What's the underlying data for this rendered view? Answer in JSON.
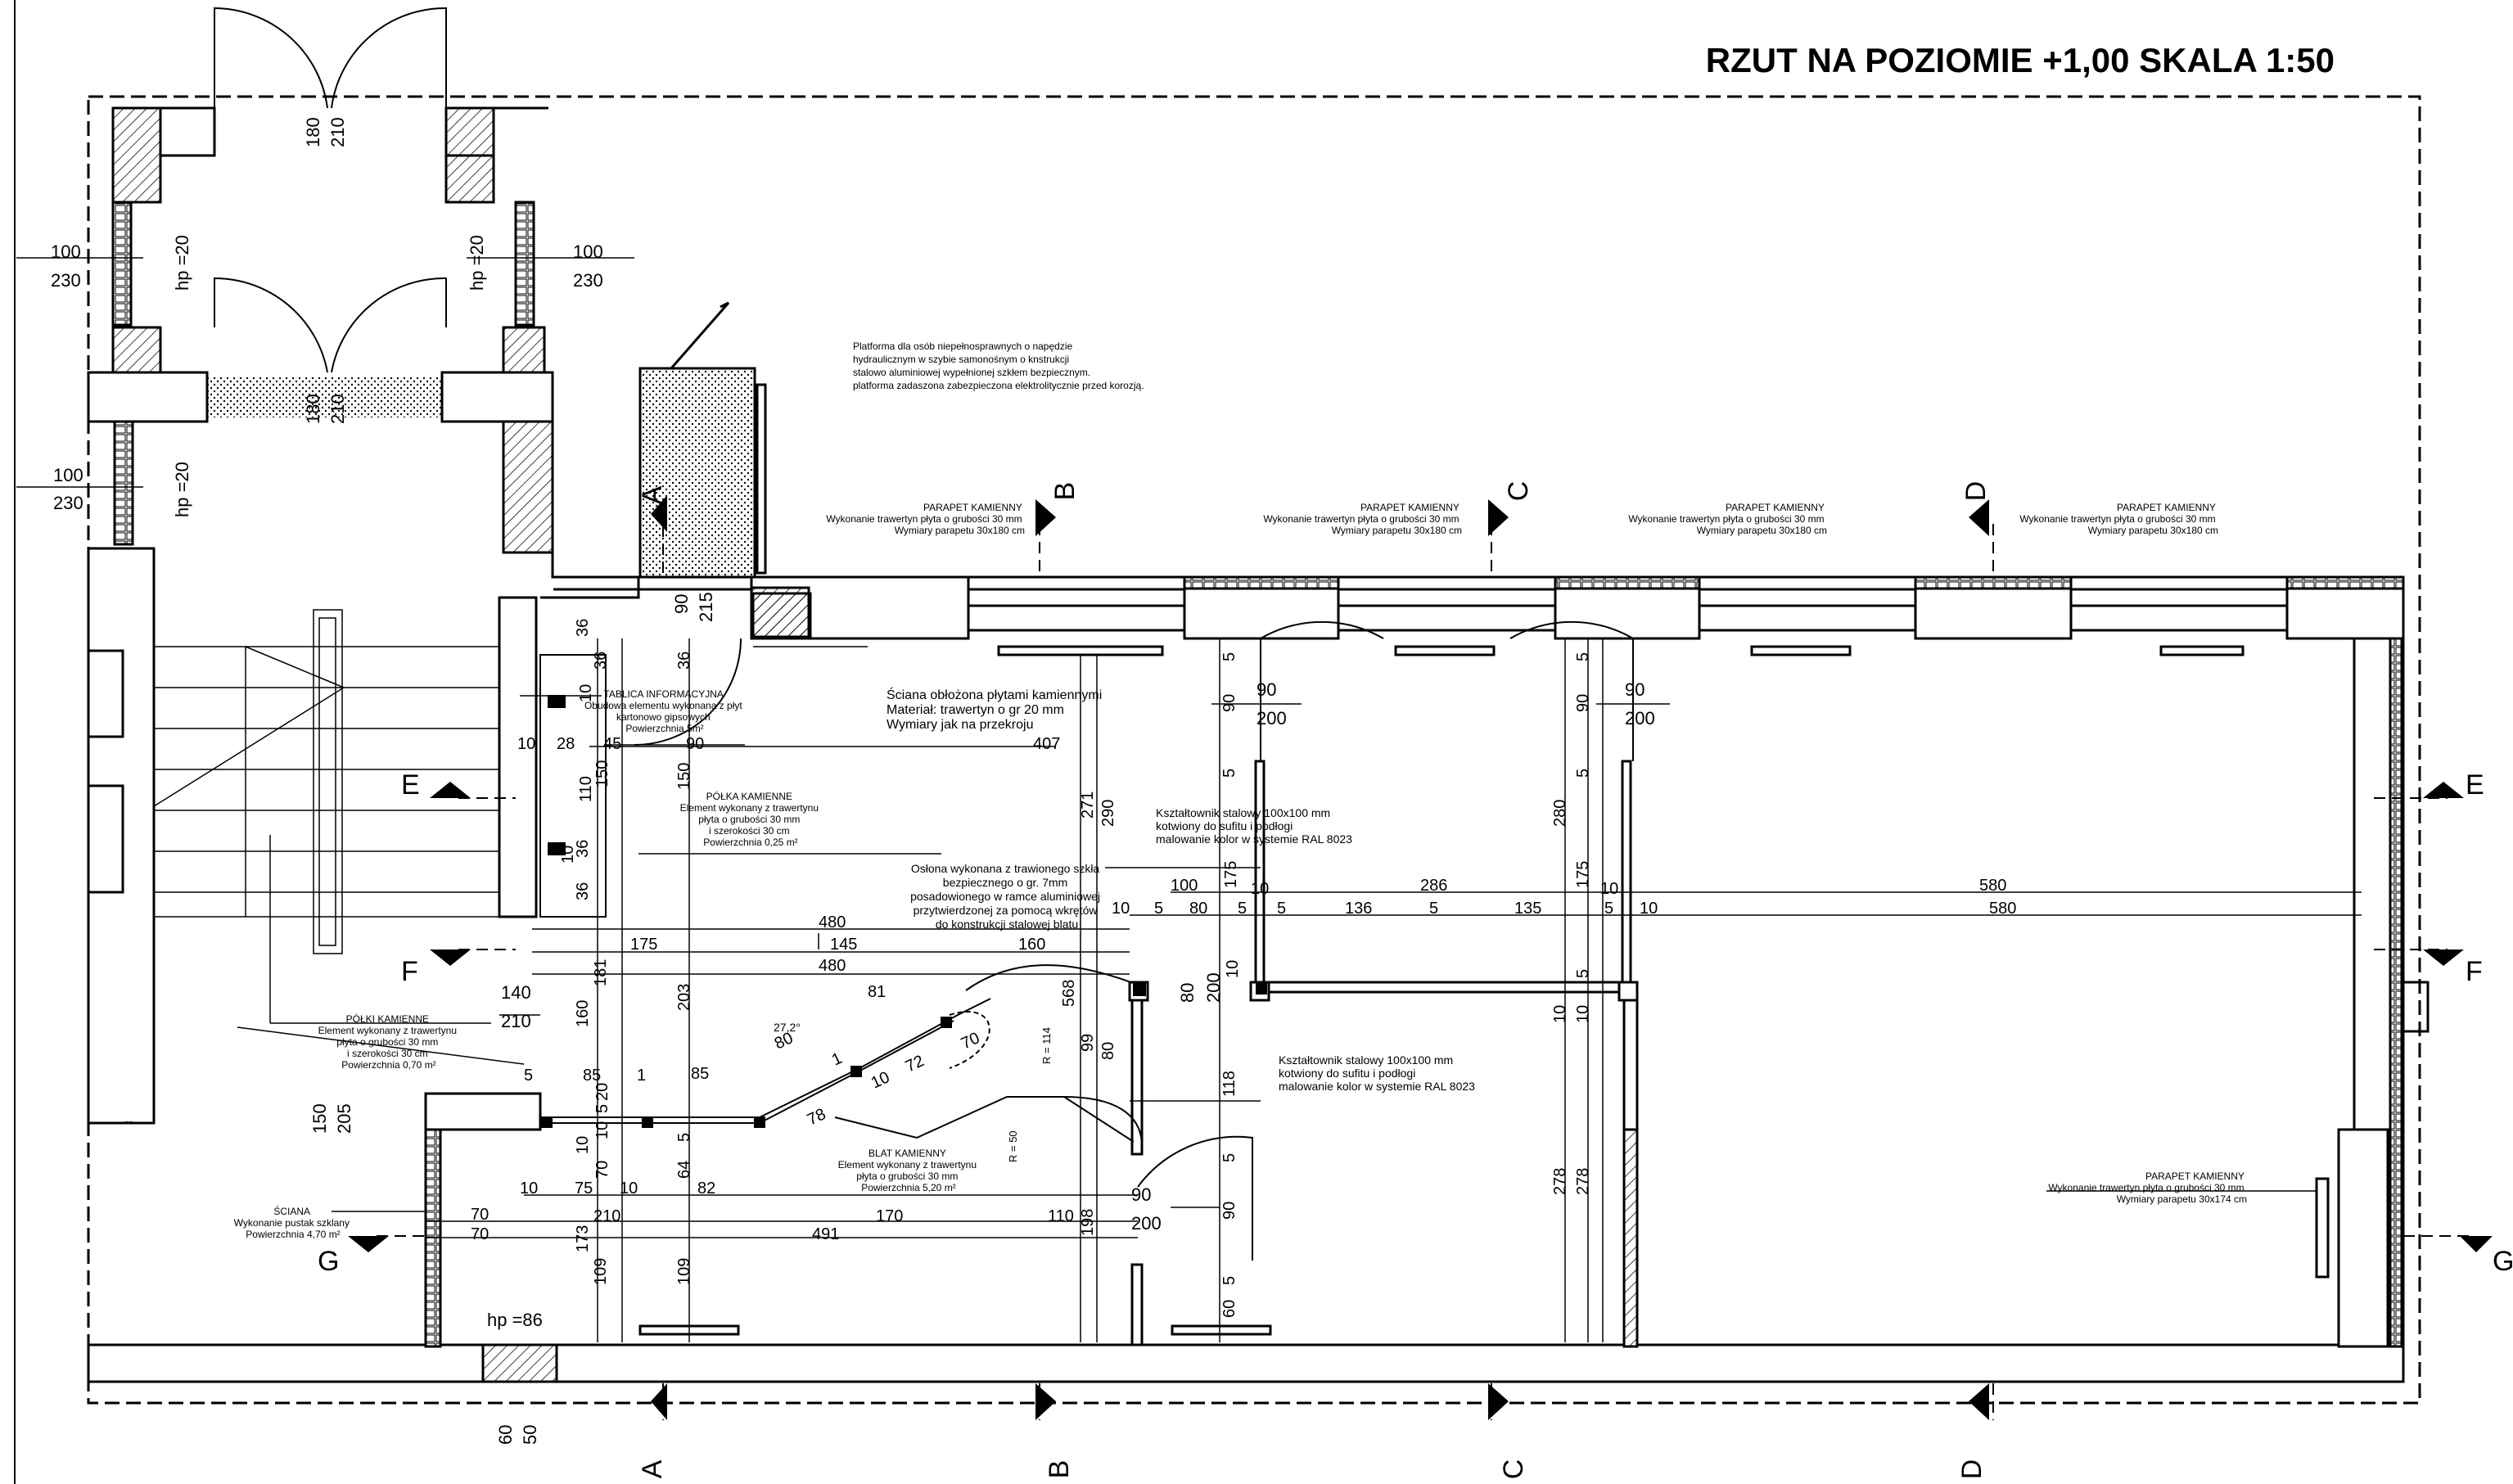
{
  "title": "RZUT NA POZIOMIE +1,00 SKALA 1:50",
  "sections": {
    "A": "A",
    "B": "B",
    "C": "C",
    "D": "D",
    "E": "E",
    "F": "F",
    "G": "G"
  },
  "notes": {
    "platform": [
      "Platforma dla osób niepełnosprawnych o napędzie",
      "hydraulicznym w szybie samonośnym o knstrukcji",
      "stalowo aluminiowej wypełnionej szkłem bezpiecznym.",
      "platforma zadaszona zabezpieczona elektrolitycznie przed korozją."
    ],
    "parapet": [
      "PARAPET KAMIENNY",
      "Wykonanie trawertyn płyta o grubości 30 mm",
      "Wymiary parapetu 30x180 cm"
    ],
    "parapet_g": [
      "PARAPET KAMIENNY",
      "Wykonanie trawertyn płyta o grubości 30 mm",
      "Wymiary parapetu 30x174 cm"
    ],
    "tablica": [
      "TABLICA INFORMACYJNA",
      "Obudowa elementu wykonana z płyt",
      "kartonowo gipsowych",
      "Powierzchnia 5m²"
    ],
    "sciana_obl": [
      "Ściana obłożona płytami kamiennymi",
      "Materiał: trawertyn o gr 20 mm",
      "Wymiary jak na przekroju"
    ],
    "polka": [
      "PÓŁKA KAMIENNE",
      "Element wykonany z trawertynu",
      "płyta o grubości 30 mm",
      "i szerokości 30 cm",
      "Powierzchnia 0,25 m²"
    ],
    "polki": [
      "PÓŁKI KAMIENNE",
      "Element wykonany z trawertynu",
      "płyta o grubości 30 mm",
      "i szerokości 30 cm",
      "Powierzchnia 0,70 m²"
    ],
    "oslona": [
      "Osłona wykonana z trawionego szkła",
      "bezpiecznego o gr. 7mm",
      "posadowionego w ramce aluminiowej",
      "przytwierdzonej za pomocą wkrętów",
      "do konstrukcji stalowej blatu"
    ],
    "ksztaltownik": [
      "Kształtownik stalowy 100x100 mm",
      "kotwiony do sufitu i podłogi",
      "malowanie kolor w systemie RAL 8023"
    ],
    "blat": [
      "BLAT KAMIENNY",
      "Element wykonany z trawertynu",
      "płyta o grubości 30 mm",
      "Powierzchnia 5,20 m²"
    ],
    "sciana": [
      "ŚCIANA",
      "Wykonanie pustak szklany",
      "Powierzchnia 4,70 m²"
    ]
  },
  "dims": {
    "d100a": "100",
    "d230a": "230",
    "d100b": "100",
    "d230b": "230",
    "d100c": "100",
    "d230c": "230",
    "hp1": "hp =20",
    "hp2": "hp =20",
    "hp3": "hp =20",
    "hp86": "hp =86",
    "d180a": "180",
    "d210a": "210",
    "d180b": "180",
    "d210b": "210",
    "d90v": "90",
    "d215": "215",
    "d36a": "36",
    "d36b": "36",
    "d36c": "36",
    "d10a": "10",
    "d28": "28",
    "d45": "45",
    "d90h": "90",
    "d407": "407",
    "d110": "110",
    "d150a": "150",
    "d150b": "150",
    "d9020a_t": "90",
    "d9020a_b": "200",
    "d9020b_t": "90",
    "d9020b_b": "200",
    "d9020c_t": "90",
    "d9020c_b": "200",
    "d271": "271",
    "d290": "290",
    "d280": "280",
    "d100": "100",
    "d175a": "175",
    "d286": "286",
    "d580a": "580",
    "d10b": "10",
    "d5a": "5",
    "d80a": "80",
    "d5b": "5",
    "d136": "136",
    "d5c": "5",
    "d135": "135",
    "d5d": "5",
    "d10c": "10",
    "d580b": "580",
    "d480a": "480",
    "d175b": "175",
    "d145": "145",
    "d160a": "160",
    "d480b": "480",
    "d181": "181",
    "d203": "203",
    "d568": "568",
    "d140": "140",
    "d210c": "210",
    "d160b": "160",
    "d81": "81",
    "d80b": "80",
    "d272": "27,2°",
    "d70a": "70",
    "d72": "72",
    "d10d": "10",
    "d78": "78",
    "d85a": "85",
    "d1": "1",
    "d85b": "85",
    "d20": "20",
    "d99": "99",
    "d80c": "80",
    "d8020_t": "80",
    "d8020_b": "200",
    "d118": "118",
    "d150c": "150",
    "d205": "205",
    "d10e": "10",
    "d75": "75",
    "d10f": "10",
    "d82": "82",
    "d64": "64",
    "d70b": "70",
    "d70c": "70",
    "d210d": "210",
    "d170": "170",
    "d110b": "110",
    "d70d": "70",
    "d491": "491",
    "d198": "198",
    "d173": "173",
    "d109a": "109",
    "d109b": "109",
    "d278a": "278",
    "d278b": "278",
    "d60a": "60",
    "d60b": "60",
    "d50": "50",
    "d10g": "10",
    "d10h": "10",
    "d5e": "5",
    "d5f": "5",
    "d175c": "175",
    "d10i": "10",
    "rad114": "R = 114",
    "rad50": "R = 50",
    "d5g": "5",
    "d5h": "5",
    "d5i": "5"
  }
}
